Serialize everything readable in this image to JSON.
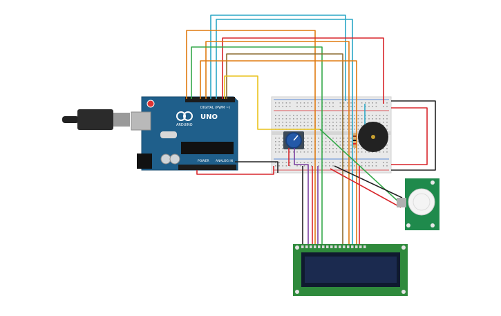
{
  "arduino": {
    "digital_label": "DIGITAL (PWM ~)",
    "brand_label": "ARDUINO",
    "model_label": "UNO",
    "power_label": "POWER",
    "analog_label": "ANALOG IN",
    "board_color": "#1f5f8b",
    "header_color": "#1c1c1c"
  },
  "pir_sensor": {
    "color": "#1f8a4c"
  },
  "lcd": {
    "pcb_color": "#2f8a3c",
    "screen_color": "#1b2a4f"
  },
  "wire_colors": {
    "red": "#d8262b",
    "orange": "#e07b10",
    "green": "#35a84a",
    "blue": "#2aa7c6",
    "yellow": "#e9c21a",
    "brown": "#8a6a2e",
    "purple": "#7b3fa0",
    "black": "#222222"
  }
}
